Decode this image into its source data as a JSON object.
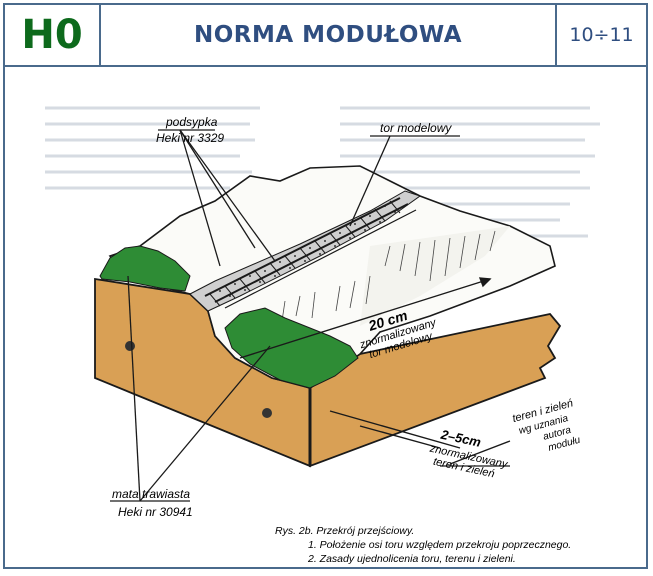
{
  "header": {
    "code": "H0",
    "title": "NORMA MODUŁOWA",
    "pages": "10÷11"
  },
  "figure": {
    "labels": {
      "podsypka": "podsypka",
      "heki_3329": "Heki nr 3329",
      "tor_modelowy": "tor modelowy",
      "dim_20cm": "20 cm",
      "znormalizowany_tor_1": "znormalizowany",
      "znormalizowany_tor_2": "tor modelowy",
      "dim_2_5cm": "2–5cm",
      "znormalizowany_teren_1": "znormalizowany",
      "znormalizowany_teren_2": "teren i zieleń",
      "teren_zielen_1": "teren i zieleń",
      "teren_zielen_2": "wg uznania",
      "teren_zielen_3": "autora",
      "teren_zielen_4": "modułu",
      "mata_trawiasta": "mata trawiasta",
      "heki_30941": "Heki nr 30941"
    },
    "caption": {
      "title": "Rys. 2b. Przekrój przejściowy.",
      "line1": "1. Położenie osi toru względem przekroju poprzecznego.",
      "line2": "2. Zasady ujednolicenia toru, terenu i zieleni."
    },
    "colors": {
      "wood": "#d9a055",
      "grass": "#2e8c35",
      "line": "#1a1a1a"
    }
  }
}
